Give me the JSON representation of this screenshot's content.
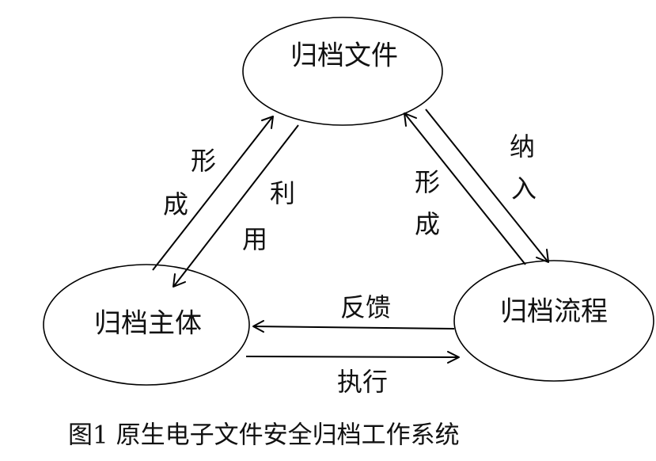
{
  "nodes": {
    "archive_files": "归档文件",
    "archive_subject": "归档主体",
    "archive_process": "归档流程"
  },
  "edges": {
    "subject_to_files": [
      "形",
      "成"
    ],
    "files_to_subject": [
      "利",
      "用"
    ],
    "process_to_files": [
      "形",
      "成"
    ],
    "files_to_process": [
      "纳",
      "入"
    ],
    "process_to_subject": [
      "反馈"
    ],
    "subject_to_process": [
      "执行"
    ]
  },
  "caption": "图1 原生电子文件安全归档工作系统"
}
